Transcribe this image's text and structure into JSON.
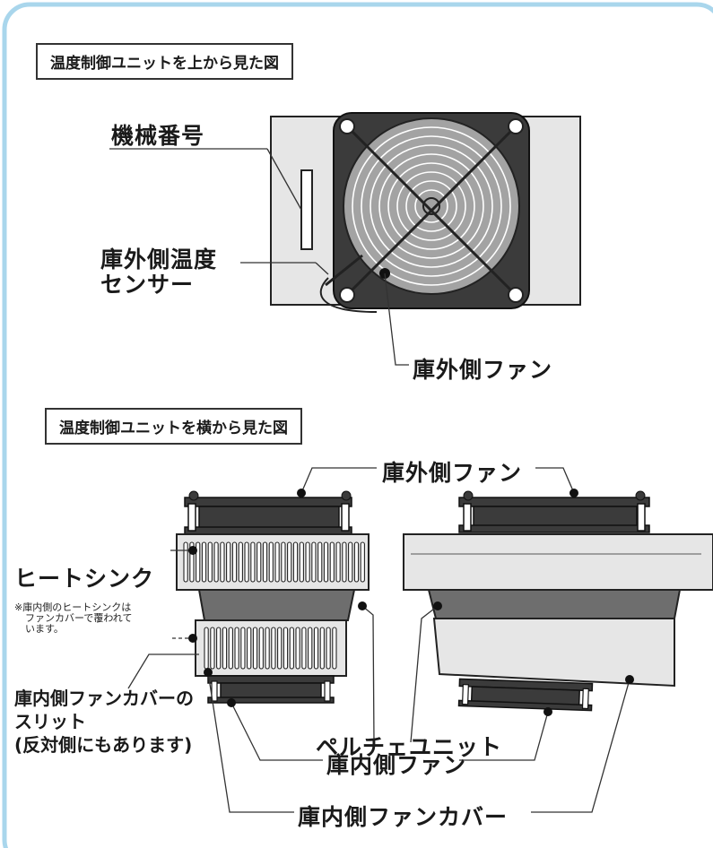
{
  "top_section": {
    "title": "温度制御ユニットを上から見た図",
    "label_serial": "機械番号",
    "label_sensor_line1": "庫外側温度",
    "label_sensor_line2": "センサー",
    "label_fan": "庫外側ファン"
  },
  "side_section": {
    "title": "温度制御ユニットを横から見た図",
    "label_outer_fan": "庫外側ファン",
    "label_heatsink": "ヒートシンク",
    "note_line1": "※庫内側のヒートシンクは",
    "note_line2": "ファンカバーで覆われて",
    "note_line3": "います。",
    "label_slit_line1": "庫内側ファンカバーの",
    "label_slit_line2": "スリット",
    "label_slit_line3": "(反対側にもあります)",
    "label_peltier": "ペルチェユニット",
    "label_inner_fan": "庫内側ファン",
    "label_inner_cover": "庫内側ファンカバー"
  },
  "colors": {
    "frame_border": "#a9d6ec",
    "dark": "#3b3b3b",
    "mid_gray": "#6e6e6e",
    "light_gray": "#e6e6e6",
    "fan_gray": "#a3a3a3"
  }
}
